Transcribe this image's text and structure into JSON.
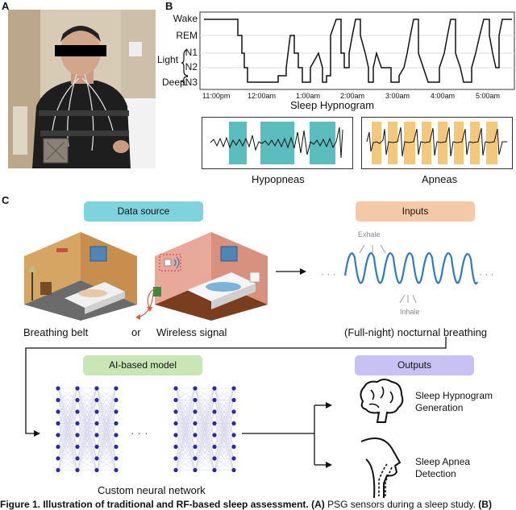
{
  "panel_a": {
    "letter": "A"
  },
  "panel_b": {
    "letter": "B",
    "stage_labels": [
      "Wake",
      "REM",
      "N1",
      "N2",
      "N3"
    ],
    "group_light": "Light",
    "group_deep": "Deep",
    "time_ticks": [
      "11:00pm",
      "12:00am",
      "1:00am",
      "2:00am",
      "3:00am",
      "4:00am",
      "5:00am"
    ],
    "title": "Sleep Hypnogram",
    "hypopneas_label": "Hypopneas",
    "apneas_label": "Apneas",
    "colors": {
      "hypopnea": "#5bbdbd",
      "apnea": "#f4c87a"
    }
  },
  "panel_c": {
    "letter": "C",
    "data_source_label": "Data source",
    "inputs_label": "Inputs",
    "exhale_label": "Exhale",
    "inhale_label": "Inhale",
    "breathing_belt_label": "Breathing belt",
    "or_label": "or",
    "wireless_label": "Wireless signal",
    "nocturnal_label": "(Full-night) nocturnal breathing",
    "ai_model_label": "AI-based model",
    "outputs_label": "Outputs",
    "nn_label": "Custom neural network",
    "dots": "· · ·",
    "output1_line1": "Sleep Hypnogram",
    "output1_line2": "Generation",
    "output2_line1": "Sleep Apnea",
    "output2_line2": "Detection",
    "colors": {
      "data_source": "#7fd3df",
      "inputs": "#f5c9a8",
      "ai_model": "#c8e6b6",
      "outputs": "#c7c2f3"
    }
  },
  "caption": {
    "bold": "Figure 1. Illustration of traditional and RF-based sleep assessment. (A)",
    "normal": " PSG sensors during a sleep study. ",
    "bold2": "(B)"
  }
}
